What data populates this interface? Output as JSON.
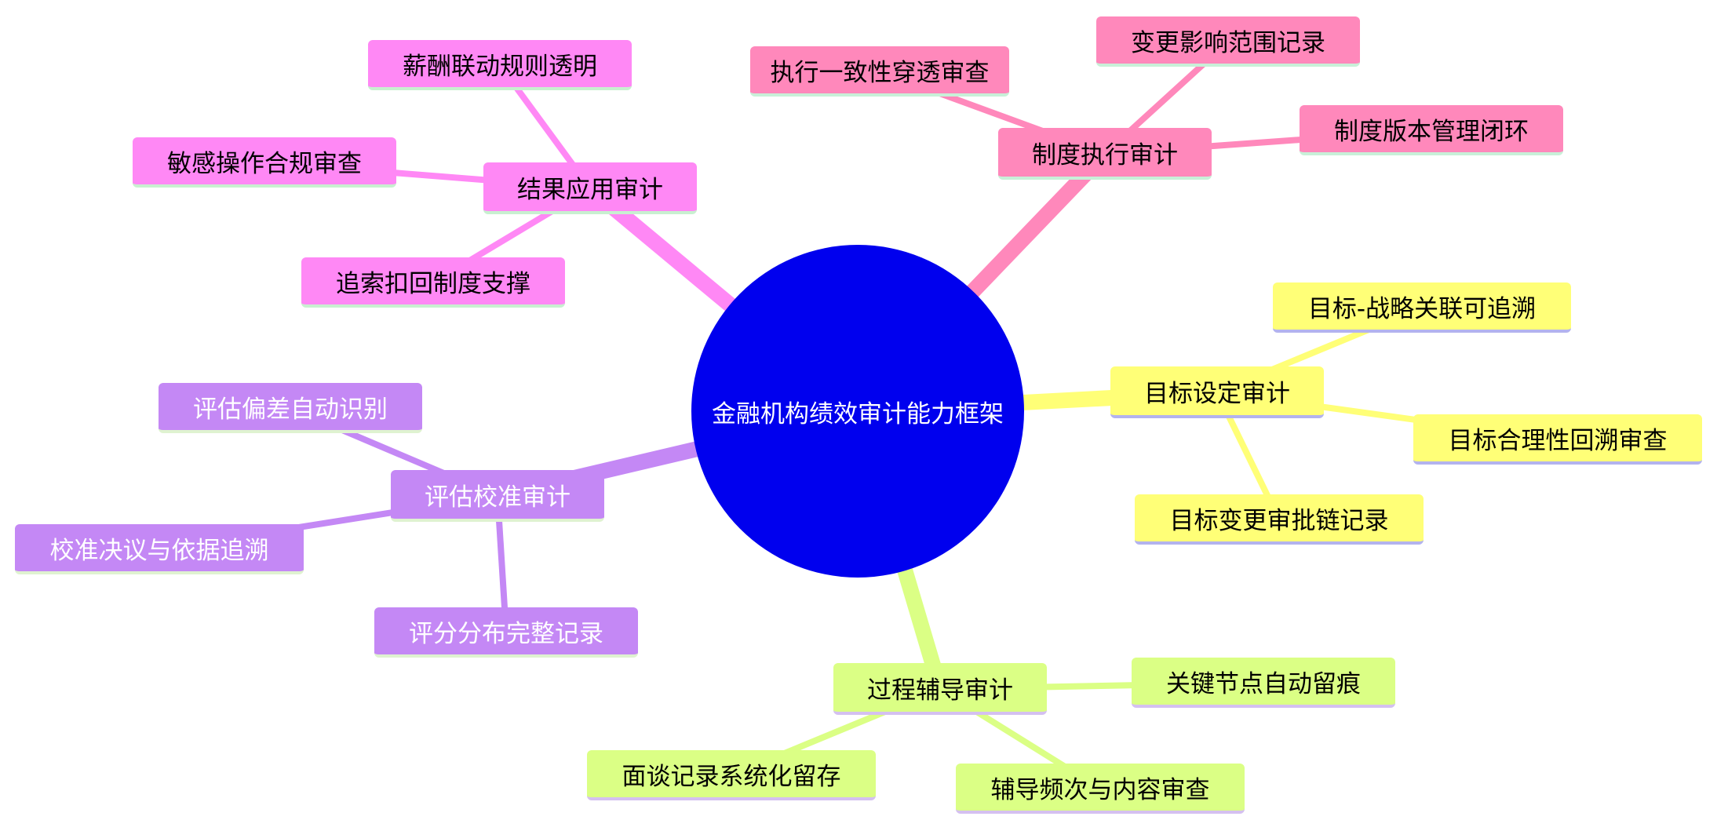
{
  "diagram": {
    "root": {
      "label": "金融机构绩效审计能力框架",
      "color": "#0000ee",
      "text_color": "#ffffff"
    },
    "branches": [
      {
        "label": "制度执行审计",
        "color": "#ff88bb",
        "underline": "#c8f0d8",
        "text_color": "#000000",
        "children": [
          "执行一致性穿透审查",
          "变更影响范围记录",
          "制度版本管理闭环"
        ]
      },
      {
        "label": "目标设定审计",
        "color": "#ffff77",
        "underline": "#b3b3ee",
        "text_color": "#000000",
        "children": [
          "目标-战略关联可追溯",
          "目标合理性回溯审查",
          "目标变更审批链记录"
        ]
      },
      {
        "label": "过程辅导审计",
        "color": "#dbff85",
        "underline": "#d4c0f0",
        "text_color": "#000000",
        "children": [
          "关键节点自动留痕",
          "辅导频次与内容审查",
          "面谈记录系统化留存"
        ]
      },
      {
        "label": "评估校准审计",
        "color": "#c488f5",
        "underline": "#dff2d0",
        "text_color": "#ffffff",
        "children": [
          "评估偏差自动识别",
          "校准决议与依据追溯",
          "评分分布完整记录"
        ]
      },
      {
        "label": "结果应用审计",
        "color": "#ff88f5",
        "underline": "#c8f0d0",
        "text_color": "#000000",
        "children": [
          "薪酬联动规则透明",
          "敏感操作合规审查",
          "追索扣回制度支撑"
        ]
      }
    ]
  }
}
